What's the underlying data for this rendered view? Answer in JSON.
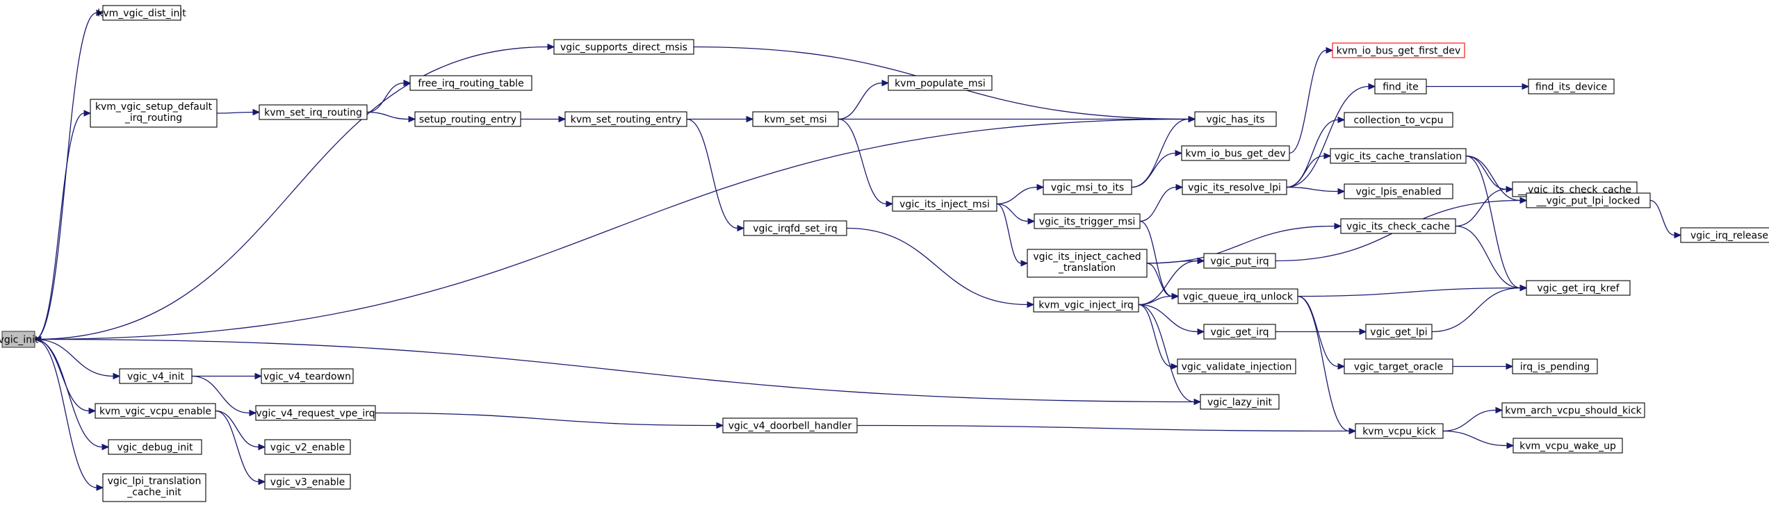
{
  "colors": {
    "edge": "#191970",
    "node_border": "#000000",
    "external_node_border": "#ff0000",
    "root_fill": "#bfbfbf"
  },
  "nodes": {
    "vgic_init": "vgic_init",
    "kvm_vgic_dist_init": "kvm_vgic_dist_init",
    "vgic_supports_direct_msis": "vgic_supports_direct_msis",
    "kvm_vgic_setup_default_irq_routing": [
      "kvm_vgic_setup_default",
      "_irq_routing"
    ],
    "kvm_set_irq_routing": "kvm_set_irq_routing",
    "free_irq_routing_table": "free_irq_routing_table",
    "setup_routing_entry": "setup_routing_entry",
    "kvm_set_routing_entry": "kvm_set_routing_entry",
    "kvm_set_msi": "kvm_set_msi",
    "kvm_populate_msi": "kvm_populate_msi",
    "vgic_has_its": "vgic_has_its",
    "kvm_io_bus_get_first_dev": "kvm_io_bus_get_first_dev",
    "find_ite": "find_ite",
    "find_its_device": "find_its_device",
    "collection_to_vcpu": "collection_to_vcpu",
    "kvm_io_bus_get_dev": "kvm_io_bus_get_dev",
    "vgic_its_cache_translation": "vgic_its_cache_translation",
    "vgic_msi_to_its": "vgic_msi_to_its",
    "vgic_its_resolve_lpi": "vgic_its_resolve_lpi",
    "vgic_lpis_enabled": "vgic_lpis_enabled",
    "__vgic_its_check_cache": "__vgic_its_check_cache",
    "vgic_its_inject_msi": "vgic_its_inject_msi",
    "vgic_its_trigger_msi": "vgic_its_trigger_msi",
    "__vgic_put_lpi_locked": "__vgic_put_lpi_locked",
    "vgic_irq_release": "vgic_irq_release",
    "vgic_irqfd_set_irq": "vgic_irqfd_set_irq",
    "vgic_its_check_cache": "vgic_its_check_cache",
    "vgic_its_inject_cached_translation": [
      "vgic_its_inject_cached",
      "_translation"
    ],
    "vgic_put_irq": "vgic_put_irq",
    "vgic_get_irq_kref": "vgic_get_irq_kref",
    "kvm_vgic_inject_irq": "kvm_vgic_inject_irq",
    "vgic_queue_irq_unlock": "vgic_queue_irq_unlock",
    "vgic_get_irq": "vgic_get_irq",
    "vgic_get_lpi": "vgic_get_lpi",
    "vgic_validate_injection": "vgic_validate_injection",
    "vgic_target_oracle": "vgic_target_oracle",
    "irq_is_pending": "irq_is_pending",
    "vgic_lazy_init": "vgic_lazy_init",
    "vgic_v4_init": "vgic_v4_init",
    "vgic_v4_teardown": "vgic_v4_teardown",
    "kvm_vgic_vcpu_enable": "kvm_vgic_vcpu_enable",
    "vgic_v4_request_vpe_irq": "vgic_v4_request_vpe_irq",
    "vgic_v4_doorbell_handler": "vgic_v4_doorbell_handler",
    "kvm_vcpu_kick": "kvm_vcpu_kick",
    "kvm_arch_vcpu_should_kick": "kvm_arch_vcpu_should_kick",
    "kvm_vcpu_wake_up": "kvm_vcpu_wake_up",
    "vgic_debug_init": "vgic_debug_init",
    "vgic_v2_enable": "vgic_v2_enable",
    "vgic_v3_enable": "vgic_v3_enable",
    "vgic_lpi_translation_cache_init": [
      "vgic_lpi_translation",
      "_cache_init"
    ]
  }
}
